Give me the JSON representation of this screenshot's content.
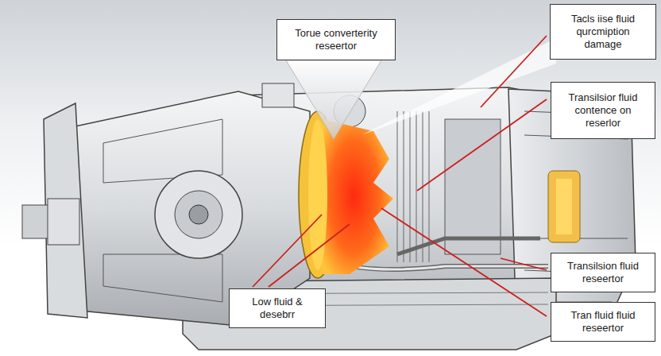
{
  "diagram": {
    "nodes": [
      {
        "text": [
          "Torue converterity reseertor"
        ]
      },
      {
        "text": [
          "Tacls iise fluid qurcmiption damage"
        ]
      },
      {
        "text": [
          "Transilsior fluid contence on reserlor"
        ]
      },
      {
        "text": [
          "Transilsion fluid reseertor"
        ]
      },
      {
        "text": [
          "Low fluid & desebrr"
        ]
      },
      {
        "text": [
          "Tran fluid fluid reseertor"
        ]
      }
    ]
  }
}
